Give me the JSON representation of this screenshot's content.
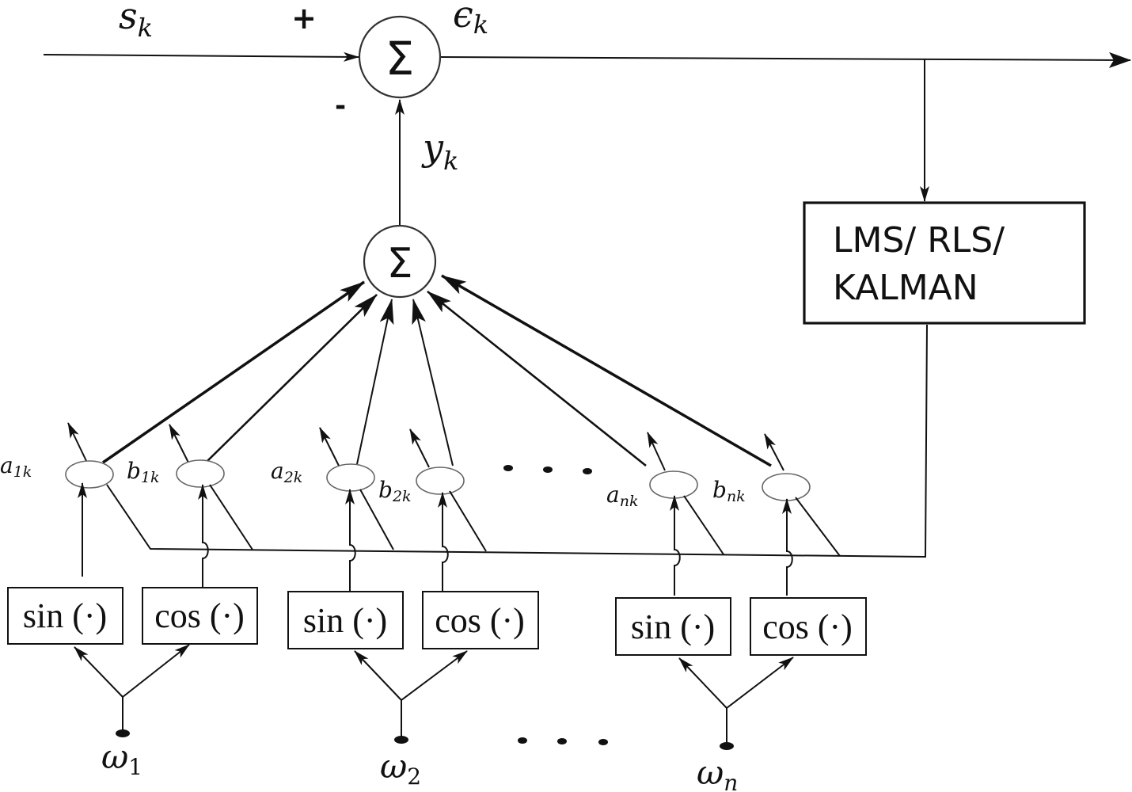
{
  "signals": {
    "input": "s",
    "input_sub": "k",
    "error": "ϵ",
    "error_sub": "k",
    "output": "y",
    "output_sub": "k",
    "plus_sign": "+",
    "minus_sign": "-"
  },
  "summers": {
    "top_symbol": "Σ",
    "inner_symbol": "Σ"
  },
  "adaptive_block": {
    "line1": "LMS/ RLS/",
    "line2": "KALMAN"
  },
  "groups": [
    {
      "omega": "ω",
      "omega_sub": "1",
      "sin_label": "sin (·)",
      "cos_label": "cos (·)",
      "a_base": "a",
      "a_sub": "1k",
      "b_base": "b",
      "b_sub": "1k"
    },
    {
      "omega": "ω",
      "omega_sub": "2",
      "sin_label": "sin (·)",
      "cos_label": "cos (·)",
      "a_base": "a",
      "a_sub": "2k",
      "b_base": "b",
      "b_sub": "2k"
    },
    {
      "omega": "ω",
      "omega_sub": "n",
      "sin_label": "sin (·)",
      "cos_label": "cos (·)",
      "a_base": "a",
      "a_sub": "nk",
      "b_base": "b",
      "b_sub": "nk"
    }
  ],
  "ellipsis_marks": [
    "weights-ellipsis",
    "frequency-ellipsis"
  ]
}
